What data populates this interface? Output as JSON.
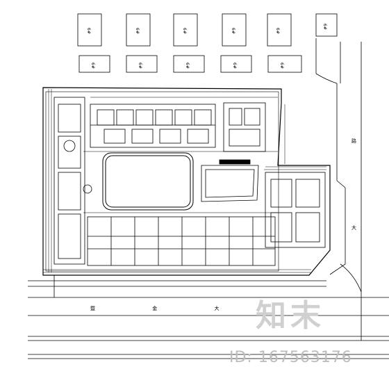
{
  "drawing": {
    "type": "site plan",
    "line_color": "#000000",
    "background": "#ffffff"
  },
  "buildings_north": {
    "top_row_label": "6#",
    "second_row_label": "6#"
  },
  "roads": {
    "south_road_label": "暨 金 大",
    "east_road_label_1": "路",
    "east_road_label_2": "大"
  },
  "watermark": {
    "logo_text": "知末",
    "id_text": "ID: 167563176",
    "color": "#c8c8c8"
  }
}
